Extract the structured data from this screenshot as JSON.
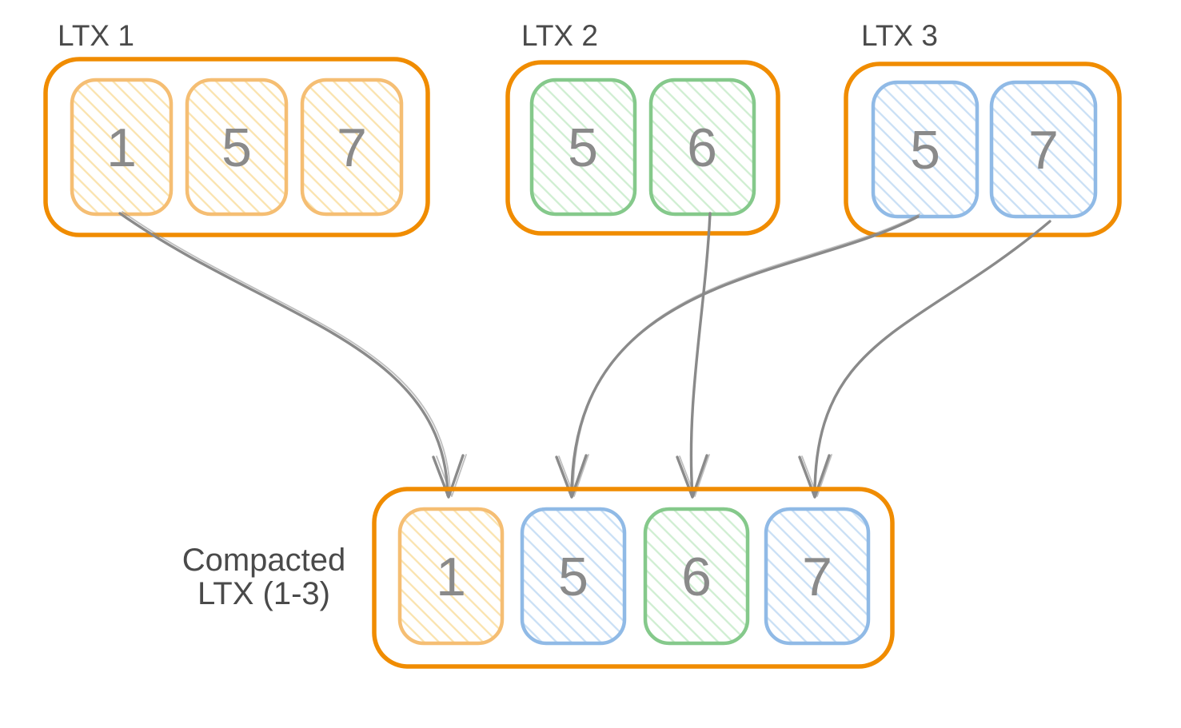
{
  "diagram": {
    "groups": [
      {
        "label": "LTX 1",
        "cells": [
          {
            "value": "1",
            "color_key": "orange"
          },
          {
            "value": "5",
            "color_key": "orange"
          },
          {
            "value": "7",
            "color_key": "orange"
          }
        ]
      },
      {
        "label": "LTX 2",
        "cells": [
          {
            "value": "5",
            "color_key": "green"
          },
          {
            "value": "6",
            "color_key": "green"
          }
        ]
      },
      {
        "label": "LTX 3",
        "cells": [
          {
            "value": "5",
            "color_key": "blue"
          },
          {
            "value": "7",
            "color_key": "blue"
          }
        ]
      }
    ],
    "compacted": {
      "label": "Compacted LTX (1-3)",
      "label_lines": [
        "Compacted",
        "LTX (1-3)"
      ],
      "cells": [
        {
          "value": "1",
          "color_key": "orange"
        },
        {
          "value": "5",
          "color_key": "blue"
        },
        {
          "value": "6",
          "color_key": "green"
        },
        {
          "value": "7",
          "color_key": "blue"
        }
      ]
    },
    "arrows": [
      {
        "from": "LTX 1 cell 1",
        "to": "Compacted cell 1"
      },
      {
        "from": "LTX 2 cell 6",
        "to": "Compacted cell 6"
      },
      {
        "from": "LTX 3 cell 5",
        "to": "Compacted cell 5"
      },
      {
        "from": "LTX 3 cell 7",
        "to": "Compacted cell 7"
      }
    ],
    "colors": {
      "background": "#FFFFFF",
      "container_stroke": "#F08C00",
      "orange_stroke": "#F5BE73",
      "orange_hatch": "#FAE3AE",
      "green_stroke": "#85C98B",
      "green_hatch": "#CFEED1",
      "blue_stroke": "#90BAE6",
      "blue_hatch": "#C9DFF5",
      "number": "#8A8A8A",
      "label": "#4A4A4A",
      "arrow": "#8A8A8A"
    }
  }
}
